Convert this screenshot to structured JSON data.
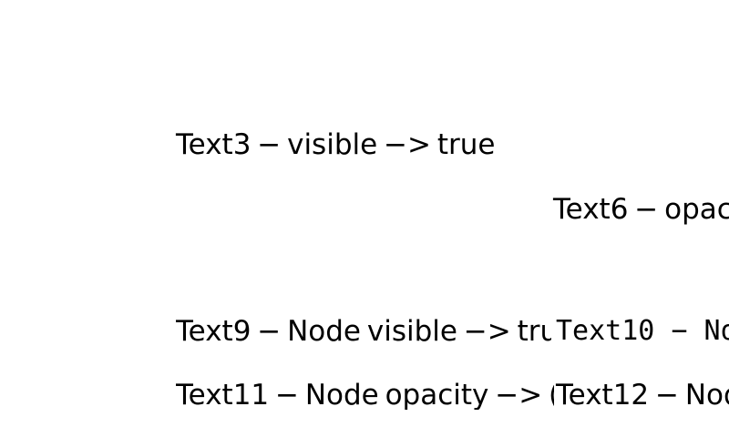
{
  "scene": {
    "background_color": "#ffffff",
    "text_color": "#000000"
  },
  "labels": {
    "text3": {
      "text": "Text3 − visible −> true"
    },
    "text6": {
      "text": "Text6 − opac"
    },
    "text9": {
      "text": "Text9 − Node visible −> tru"
    },
    "text10": {
      "text": "Text10 − Nod"
    },
    "text11": {
      "text": "Text11 − Node opacity −> ("
    },
    "text12": {
      "text": "Text12 − Nod"
    }
  }
}
